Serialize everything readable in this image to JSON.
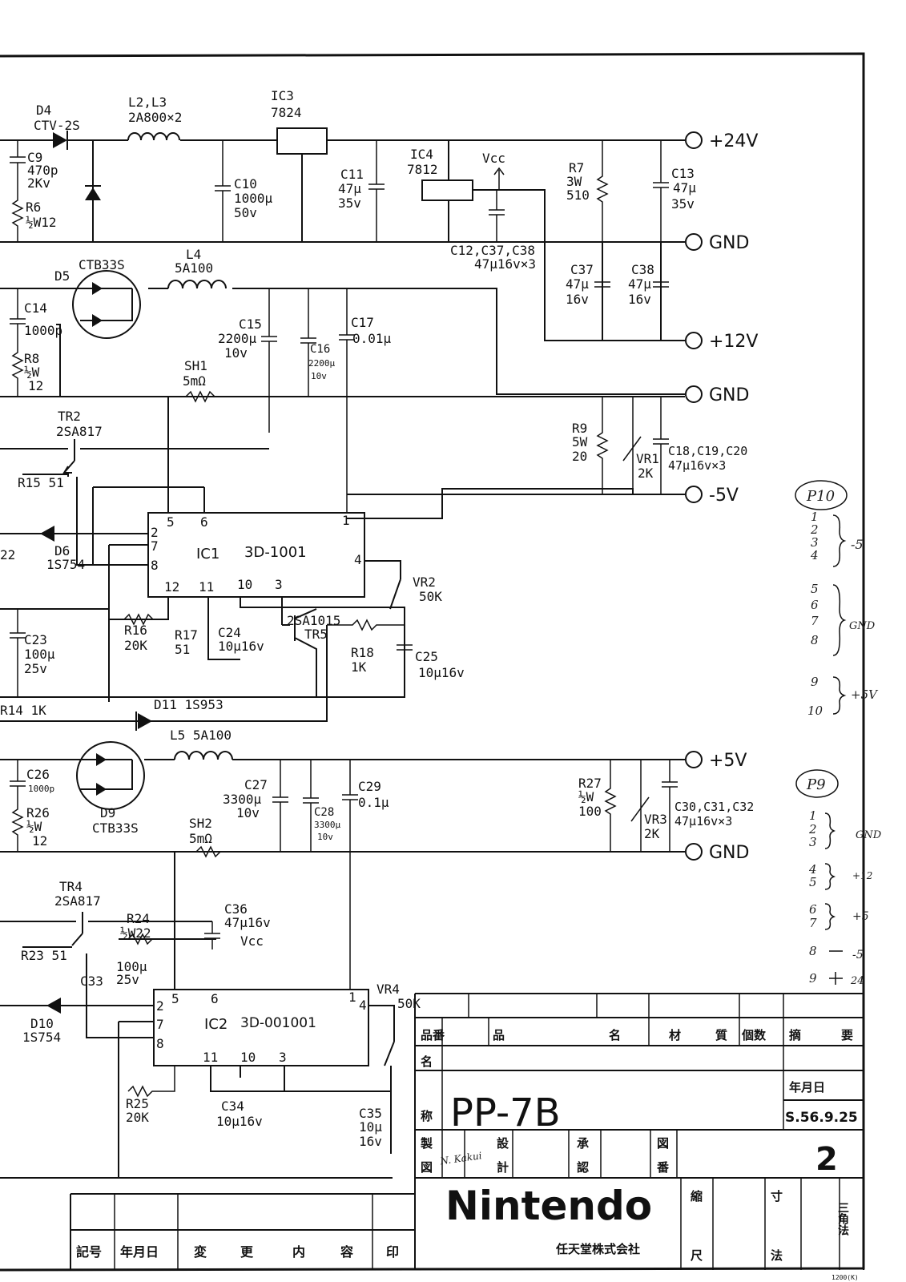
{
  "outputs": {
    "v24": "+24V",
    "gnd1": "GND",
    "v12": "+12V",
    "gnd2": "GND",
    "vm5": "-5V",
    "v5": "+5V",
    "gnd3": "GND"
  },
  "components": {
    "D4": [
      "D4",
      "CTV-2S"
    ],
    "L2L3": [
      "L2,L3",
      "2A800×2"
    ],
    "IC3": [
      "IC3",
      "7824"
    ],
    "C9": [
      "C9",
      "470p",
      "2Kv"
    ],
    "R6": [
      "R6",
      "½W12"
    ],
    "C10": [
      "C10",
      "1000µ",
      "50v"
    ],
    "C11": [
      "C11",
      "47µ",
      "35v"
    ],
    "IC4": [
      "IC4",
      "7812"
    ],
    "Vcc": "Vcc",
    "R7": [
      "R7",
      "3W",
      "510"
    ],
    "C13": [
      "C13",
      "47µ",
      "35v"
    ],
    "C12": [
      "C12,C37,C38",
      "47µ16v×3"
    ],
    "D5": [
      "D5",
      "CTB33S"
    ],
    "L4": [
      "L4",
      "5A100"
    ],
    "C37": [
      "C37",
      "47µ",
      "16v"
    ],
    "C38": [
      "C38",
      "47µ",
      "16v"
    ],
    "C14": [
      "C14",
      "1000p"
    ],
    "R8": [
      "R8",
      "½W",
      "12"
    ],
    "C15": [
      "C15",
      "2200µ",
      "10v"
    ],
    "C16": [
      "C16",
      "2200µ",
      "10v"
    ],
    "C17": [
      "C17",
      "0.01µ"
    ],
    "SH1": [
      "SH1",
      "5mΩ"
    ],
    "TR2": [
      "TR2",
      "2SA817"
    ],
    "R9": [
      "R9",
      "5W",
      "20"
    ],
    "VR1": [
      "VR1",
      "2K"
    ],
    "C18": [
      "C18,C19,C20",
      "47µ16v×3"
    ],
    "R15": "R15  51",
    "D6": [
      "D6",
      "1S754"
    ],
    "R22": "22",
    "IC1": [
      "IC1",
      "3D-1001"
    ],
    "IC1pins": [
      "5",
      "6",
      "1",
      "2",
      "7",
      "8",
      "4",
      "12",
      "11",
      "10",
      "3"
    ],
    "VR2": [
      "VR2",
      "50K"
    ],
    "C23": [
      "C23",
      "100µ",
      "25v"
    ],
    "R16": [
      "R16",
      "20K"
    ],
    "R17": [
      "R17",
      "51"
    ],
    "C24": [
      "C24",
      "10µ16v"
    ],
    "TR5": [
      "2SA1015",
      "TR5"
    ],
    "R18": [
      "R18",
      "1K"
    ],
    "C25": [
      "C25",
      "10µ16v"
    ],
    "R14": "R14  1K",
    "D11": "D11  1S953",
    "L5": "L5   5A100",
    "C26": [
      "C26",
      "1000p"
    ],
    "R26": [
      "R26",
      "½W",
      "12"
    ],
    "D9": [
      "D9",
      "CTB33S"
    ],
    "C27": [
      "C27",
      "3300µ",
      "10v"
    ],
    "C28": [
      "C28",
      "3300µ",
      "10v"
    ],
    "C29": [
      "C29",
      "0.1µ"
    ],
    "R27": [
      "R27",
      "½W",
      "100"
    ],
    "VR3": [
      "VR3",
      "2K"
    ],
    "C30": [
      "C30,C31,C32",
      "47µ16v×3"
    ],
    "SH2": [
      "SH2",
      "5mΩ"
    ],
    "TR4": [
      "TR4",
      "2SA817"
    ],
    "R24": [
      "R24",
      "½W22"
    ],
    "C36": [
      "C36",
      "47µ16v"
    ],
    "Vcc2": "Vcc",
    "R23": "R23  51",
    "C33": [
      "C33",
      "100µ",
      "25v"
    ],
    "D10": [
      "D10",
      "1S754"
    ],
    "IC2": [
      "IC2",
      "3D-001001"
    ],
    "IC2pins": [
      "5",
      "6",
      "1",
      "2",
      "7",
      "8",
      "4",
      "11",
      "10",
      "3"
    ],
    "VR4": [
      "VR4",
      "50K"
    ],
    "R25": [
      "R25",
      "20K"
    ],
    "C34": [
      "C34",
      "10µ16v"
    ],
    "C35": [
      "C35",
      "10µ",
      "16v"
    ]
  },
  "handnotes": {
    "p10": "P10",
    "p10pins": [
      "1",
      "2",
      "3",
      "4",
      "5",
      "6",
      "7",
      "8",
      "9",
      "10"
    ],
    "p10groups": [
      "-5",
      "GND",
      "+5V"
    ],
    "p9": "P9",
    "p9pins": [
      "1",
      "2",
      "3",
      "4",
      "5",
      "6",
      "7",
      "8",
      "9"
    ],
    "p9groups": [
      "GND",
      "+12",
      "+5",
      "-5",
      "24"
    ]
  },
  "titleblock": {
    "h_part_no": "品番",
    "h_name1": "品",
    "h_name2": "名",
    "h_mat1": "材",
    "h_mat2": "質",
    "h_qty": "個数",
    "h_remarks1": "摘",
    "h_remarks2": "要",
    "name_l1": "名",
    "name_l2": "称",
    "name": "PP-7B",
    "date_h": "年月日",
    "date": "S.56.9.25",
    "drawn1": "製",
    "drawn2": "図",
    "drawn_sig": "N. Kakui",
    "design1": "設",
    "design2": "計",
    "appr1": "承",
    "appr2": "認",
    "dwg1": "図",
    "dwg2": "番",
    "sheet": "2",
    "company": "Nintendo",
    "company_jp": "任天堂株式会社",
    "scale1": "縮",
    "scale2": "尺",
    "dim1": "寸",
    "dim2": "法",
    "proj": "三角法",
    "form_no": "1200(K)"
  },
  "revision": {
    "mark": "記号",
    "date": "年月日",
    "content": [
      "変",
      "更",
      "内",
      "容"
    ],
    "seal": "印"
  }
}
